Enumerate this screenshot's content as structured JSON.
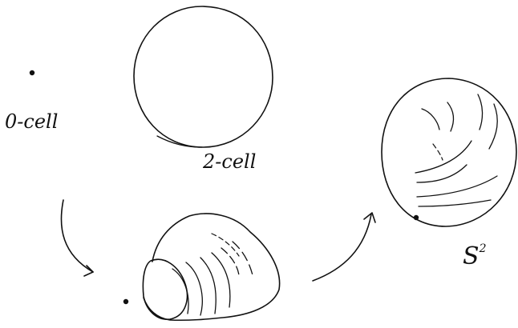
{
  "labels": {
    "zero_cell": "0-cell",
    "two_cell": "2-cell",
    "sphere_base": "S",
    "sphere_exp": "2"
  },
  "colors": {
    "ink": "#111111",
    "background": "#ffffff"
  }
}
